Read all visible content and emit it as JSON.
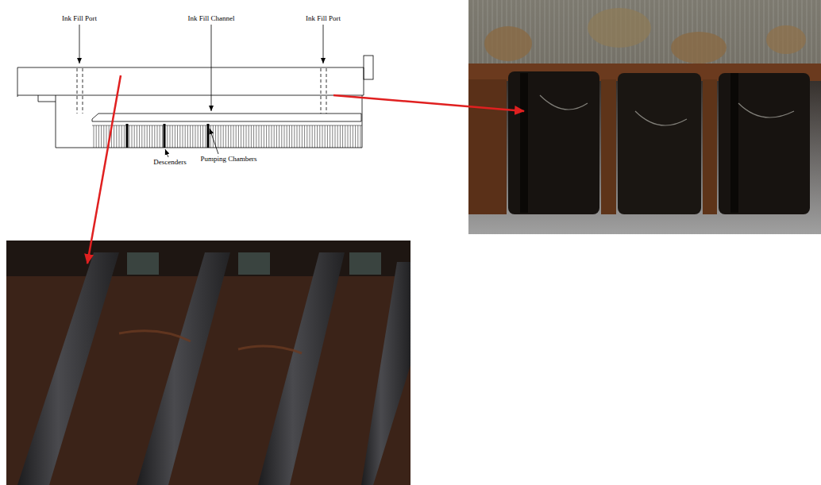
{
  "diagram": {
    "labels": [
      "Ink Fill Port",
      "Ink Fill Channel",
      "Ink Fill Port",
      "Descenders",
      "Pumping Chambers"
    ]
  }
}
